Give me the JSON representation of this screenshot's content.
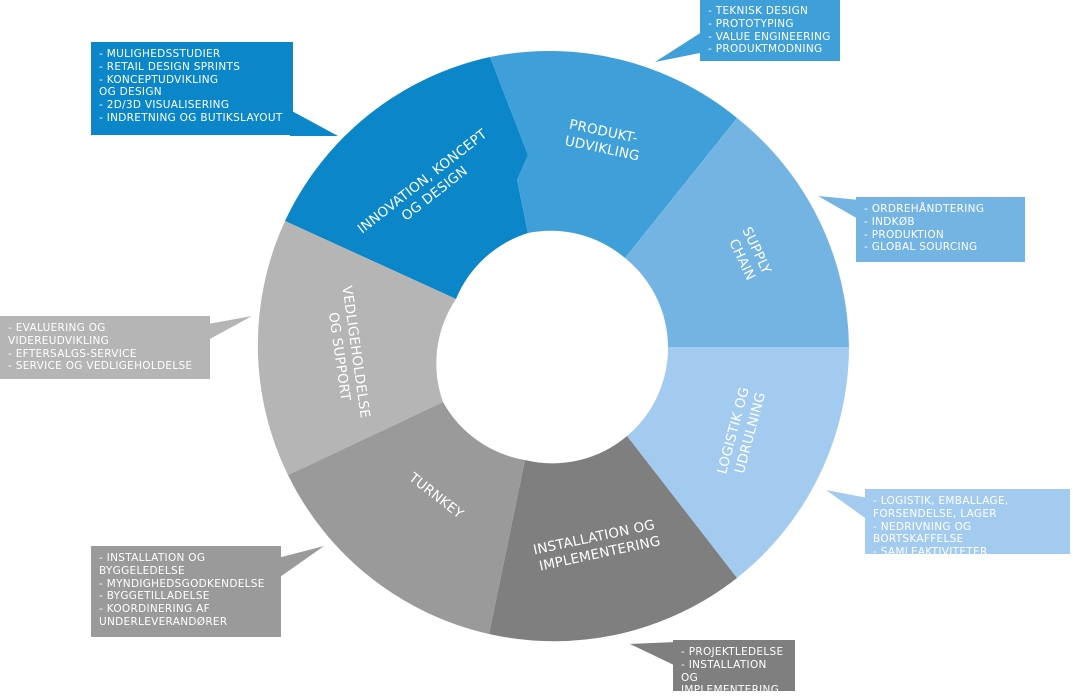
{
  "segments": [
    {
      "id": "innovation",
      "label": [
        "INNOVATION, KONCEPT",
        "OG DESIGN"
      ],
      "color": "#0b86c9"
    },
    {
      "id": "produkt",
      "label": [
        "PRODUKT-",
        "UDVIKLING"
      ],
      "color": "#3f9fd9"
    },
    {
      "id": "supply",
      "label": [
        "SUPPLY",
        "CHAIN"
      ],
      "color": "#74b4e3"
    },
    {
      "id": "logistik",
      "label": [
        "LOGISTIK OG",
        "UDRULNING"
      ],
      "color": "#a3cbef"
    },
    {
      "id": "installation",
      "label": [
        "INSTALLATION OG",
        "IMPLEMENTERING"
      ],
      "color": "#7f7f7f"
    },
    {
      "id": "turnkey",
      "label": [
        "TURNKEY"
      ],
      "color": "#9a9a9a"
    },
    {
      "id": "vedligehold",
      "label": [
        "VEDLIGEHOLDELSE",
        "OG SUPPORT"
      ],
      "color": "#b5b5b5"
    }
  ],
  "callouts": {
    "innovation": [
      "- MULIGHEDSSTUDIER",
      "- RETAIL DESIGN SPRINTS",
      "- KONCEPTUDVIKLING\n  OG DESIGN",
      "- 2D/3D VISUALISERING",
      "- INDRETNING OG BUTIKSLAYOUT"
    ],
    "produkt": [
      "- TEKNISK DESIGN",
      "- PROTOTYPING",
      "- VALUE ENGINEERING",
      "- PRODUKTMODNING"
    ],
    "supply": [
      "- ORDREHÅNDTERING",
      "- INDKØB",
      "- PRODUKTION",
      "- GLOBAL SOURCING"
    ],
    "logistik": [
      "- LOGISTIK, EMBALLAGE,\n  FORSENDELSE, LAGER",
      "- NEDRIVNING OG BORTSKAFFELSE",
      "- SAMLEAKTIVITETER"
    ],
    "installation": [
      "- PROJEKTLEDELSE",
      "- INSTALLATION OG\n  IMPLEMENTERING"
    ],
    "turnkey": [
      "- INSTALLATION OG\n  BYGGELEDELSE",
      "- MYNDIGHEDSGODKENDELSE",
      "- BYGGETILLADELSE",
      "- KOORDINERING AF\n  UNDERLEVERANDØRER"
    ],
    "vedligehold": [
      "- EVALUERING OG\n  VIDEREUDVIKLING",
      "- EFTERSALGS-SERVICE",
      "- SERVICE OG VEDLIGEHOLDELSE"
    ]
  }
}
